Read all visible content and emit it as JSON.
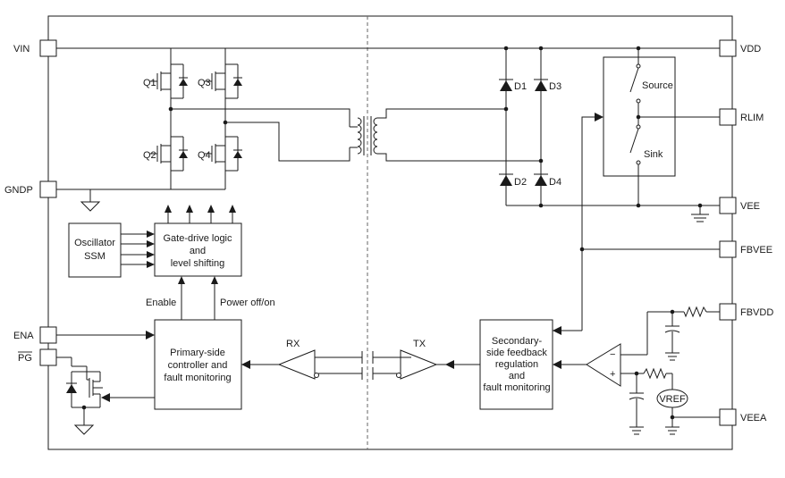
{
  "pins": {
    "vin": "VIN",
    "gndp": "GNDP",
    "ena": "ENA",
    "pg": "PG",
    "vdd": "VDD",
    "rlim": "RLIM",
    "vee": "VEE",
    "fbvee": "FBVEE",
    "fbvdd": "FBVDD",
    "veea": "VEEA"
  },
  "transistors": [
    "Q1",
    "Q2",
    "Q3",
    "Q4"
  ],
  "diodes": [
    "D1",
    "D2",
    "D3",
    "D4"
  ],
  "blocks": {
    "oscillator": [
      "Oscillator",
      "SSM"
    ],
    "gate_drive": [
      "Gate-drive logic",
      "and",
      "level shifting"
    ],
    "primary": [
      "Primary-side",
      "controller and",
      "fault monitoring"
    ],
    "secondary": [
      "Secondary-",
      "side feedback",
      "regulation",
      "and",
      "fault monitoring"
    ]
  },
  "labels": {
    "enable": "Enable",
    "power": "Power off/on",
    "rx": "RX",
    "tx": "TX",
    "source": "Source",
    "sink": "Sink",
    "vref": "VREF",
    "opamp_minus": "−",
    "opamp_plus": "+"
  }
}
